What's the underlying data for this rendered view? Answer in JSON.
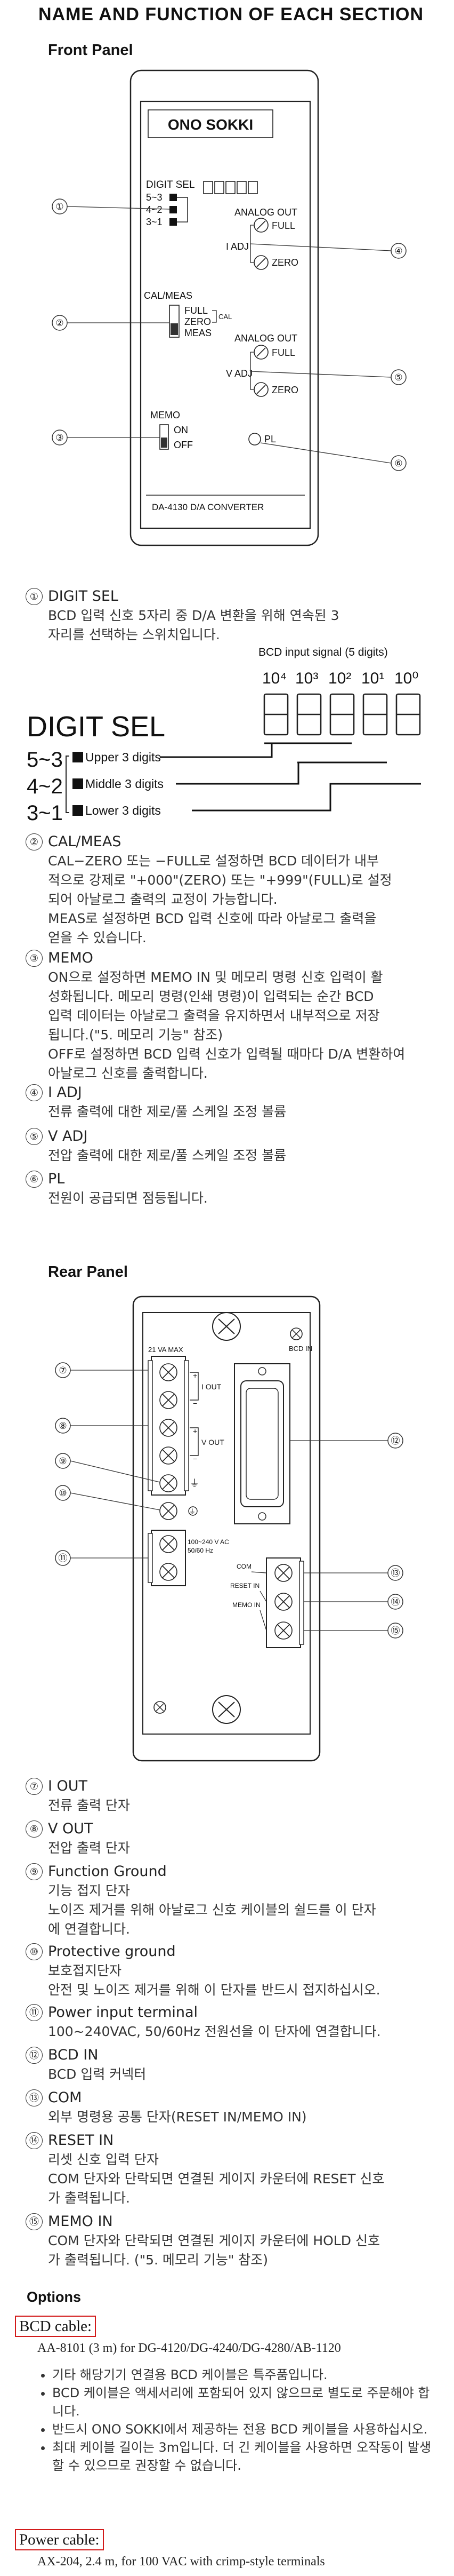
{
  "title": "NAME AND FUNCTION OF EACH SECTION",
  "front_panel": {
    "heading": "Front Panel",
    "logo": "ONO SOKKI",
    "digit_sel_label": "DIGIT SEL",
    "digit_sel_positions": [
      "5~3",
      "4~2",
      "3~1"
    ],
    "analog_out_label": "ANALOG OUT",
    "full_label": "FULL",
    "zero_label": "ZERO",
    "i_adj_label": "I ADJ",
    "v_adj_label": "V ADJ",
    "cal_meas_label": "CAL/MEAS",
    "cal_label": "CAL",
    "meas_label": "MEAS",
    "memo_label": "MEMO",
    "on_label": "ON",
    "off_label": "OFF",
    "pl_label": "PL",
    "model": "DA-4130  D/A CONVERTER",
    "callouts": [
      "①",
      "②",
      "③",
      "④",
      "⑤",
      "⑥"
    ]
  },
  "digit_sel_detail": {
    "signal_label": "BCD input signal (5 digits)",
    "powers": [
      "10⁴",
      "10³",
      "10²",
      "10¹",
      "10⁰"
    ],
    "big_label": "DIGIT SEL",
    "rows": [
      "5~3",
      "4~2",
      "3~1"
    ],
    "ranges": [
      "Upper 3 digits",
      "Middle 3 digits",
      "Lower 3 digits"
    ]
  },
  "front_items": [
    {
      "num": "①",
      "name": "DIGIT SEL",
      "desc": [
        "BCD 입력 신호 5자리 중 D/A 변환을 위해 연속된 3",
        "자리를 선택하는 스위치입니다."
      ]
    },
    {
      "num": "②",
      "name": "CAL/MEAS",
      "desc": [
        "CAL−ZERO 또는 −FULL로 설정하면 BCD 데이터가 내부",
        "적으로 강제로 \"+000\"(ZERO) 또는 \"+999\"(FULL)로 설정",
        "되어 아날로그 출력의 교정이 가능합니다.",
        "MEAS로 설정하면 BCD 입력 신호에 따라 아날로그 출력을",
        "얻을 수 있습니다."
      ]
    },
    {
      "num": "③",
      "name": "MEMO",
      "desc": [
        "ON으로 설정하면 MEMO IN 및 메모리 명령 신호 입력이 활",
        "성화됩니다. 메모리 명령(인쇄 명령)이 입력되는 순간 BCD",
        "입력 데이터는 아날로그 출력을 유지하면서 내부적으로 저장",
        "됩니다.(\"5. 메모리 기능\" 참조)",
        "OFF로 설정하면 BCD 입력 신호가 입력될 때마다 D/A 변환하여",
        "아날로그 신호를 출력합니다."
      ]
    },
    {
      "num": "④",
      "name": "I ADJ",
      "desc": [
        "전류 출력에 대한 제로/풀 스케일 조정 볼륨"
      ]
    },
    {
      "num": "⑤",
      "name": "V ADJ",
      "desc": [
        "전압 출력에 대한 제로/풀 스케일 조정 볼륨"
      ]
    },
    {
      "num": "⑥",
      "name": "PL",
      "desc": [
        "전원이 공급되면 점등됩니다."
      ]
    }
  ],
  "rear_panel": {
    "heading": "Rear Panel",
    "va_max": "21 VA MAX",
    "bcd_in": "BCD IN",
    "i_out": "I OUT",
    "v_out": "V OUT",
    "ac": "100~240 V AC",
    "freq": "50/60 Hz",
    "com": "COM",
    "reset_in": "RESET IN",
    "memo_in": "MEMO IN",
    "callouts": [
      "⑦",
      "⑧",
      "⑨",
      "⑩",
      "⑪",
      "⑫",
      "⑬",
      "⑭",
      "⑮"
    ]
  },
  "rear_items": [
    {
      "num": "⑦",
      "name": "I OUT",
      "desc": [
        "전류 출력 단자"
      ]
    },
    {
      "num": "⑧",
      "name": "V OUT",
      "desc": [
        "전압 출력 단자"
      ]
    },
    {
      "num": "⑨",
      "name": "Function Ground",
      "desc": [
        "기능 접지 단자",
        "노이즈 제거를 위해 아날로그 신호 케이블의 쉴드를 이 단자",
        "에 연결합니다."
      ]
    },
    {
      "num": "⑩",
      "name": "Protective ground",
      "desc": [
        "보호접지단자",
        "안전 및 노이즈 제거를 위해 이 단자를 반드시 접지하십시오."
      ]
    },
    {
      "num": "⑪",
      "name": "Power input terminal",
      "desc": [
        "100~240VAC, 50/60Hz 전원선을 이 단자에 연결합니다."
      ]
    },
    {
      "num": "⑫",
      "name": "BCD IN",
      "desc": [
        "BCD 입력 커넥터"
      ]
    },
    {
      "num": "⑬",
      "name": "COM",
      "desc": [
        "외부 명령용 공통 단자(RESET IN/MEMO IN)"
      ]
    },
    {
      "num": "⑭",
      "name": "RESET IN",
      "desc": [
        "리셋 신호 입력 단자",
        "COM 단자와 단락되면 연결된 게이지 카운터에 RESET 신호",
        "가 출력됩니다."
      ]
    },
    {
      "num": "⑮",
      "name": "MEMO IN",
      "desc": [
        "COM 단자와 단락되면 연결된 게이지 카운터에 HOLD 신호",
        "가 출력됩니다. (\"5. 메모리 기능\" 참조)"
      ]
    }
  ],
  "options": {
    "heading": "Options",
    "bcd_cable_label": "BCD cable:",
    "bcd_cable_models": "AA-8101 (3 m) for DG-4120/DG-4240/DG-4280/AB-1120",
    "bcd_notes": [
      "기타 해당기기 연결용 BCD 케이블은 특주품입니다.",
      "BCD 케이블은 액세서리에 포함되어 있지 않으므로 별도로 주문해야 합니다.",
      "반드시 ONO SOKKI에서 제공하는 전용 BCD 케이블을 사용하십시오.",
      "최대 케이블 길이는 3m입니다. 더 긴 케이블을 사용하면 오작동이 발생할 수 있으므로 권장할 수 없습니다."
    ],
    "power_cable_label": "Power cable:",
    "power_cable_text": "AX-204, 2.4 m, for 100 VAC with crimp-style terminals"
  }
}
